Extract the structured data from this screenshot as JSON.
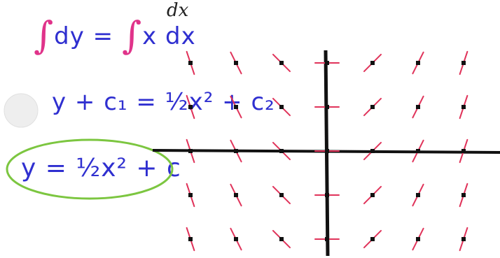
{
  "top_partial_label": "dx",
  "step1": {
    "integral_symbol": "∫",
    "left": "dy =",
    "right": "x dx"
  },
  "step2": {
    "text": "y + c₁ = ½x² + c₂"
  },
  "answer": {
    "text": "y = ½x² + c"
  },
  "colors": {
    "ink_blue": "#2f2fd0",
    "pink": "#e0338a",
    "green": "#7cc640",
    "axis": "#111111",
    "slope": "#e0335a",
    "dot": "#111111"
  },
  "slope_field": {
    "x_values": [
      -3,
      -2,
      -1,
      0,
      1,
      2,
      3
    ],
    "y_values": [
      2,
      1,
      0,
      -1,
      -2
    ],
    "description_equation": "dy/dx = x"
  }
}
